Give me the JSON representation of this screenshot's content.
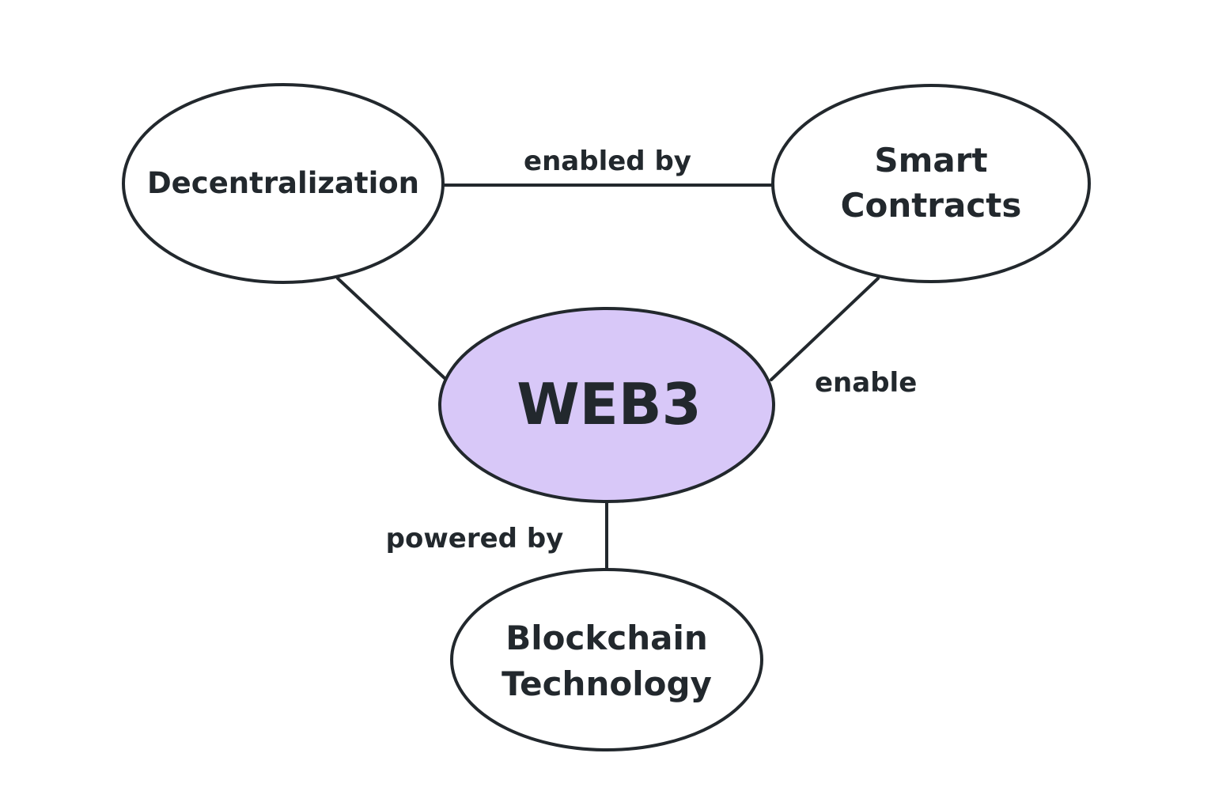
{
  "colors": {
    "stroke": "#22282d",
    "text": "#22282d",
    "background": "#ffffff",
    "center_fill": "#d8c8f8",
    "node_fill": "#ffffff"
  },
  "nodes": {
    "decentralization": {
      "label": "Decentralization"
    },
    "smart_contracts": {
      "line1": "Smart",
      "line2": "Contracts"
    },
    "web3": {
      "label": "WEB3"
    },
    "blockchain": {
      "line1": "Blockchain",
      "line2": "Technology"
    }
  },
  "edges": {
    "decentralization_smart_contracts": {
      "label": "enabled by"
    },
    "smart_contracts_web3": {
      "label": "enable"
    },
    "web3_blockchain": {
      "label": "powered by"
    },
    "decentralization_web3": {
      "label": ""
    }
  }
}
